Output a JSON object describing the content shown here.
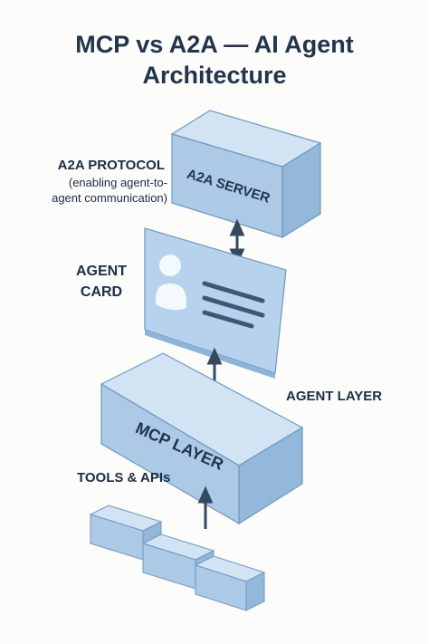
{
  "title": {
    "line1": "MCP vs A2A — AI Agent",
    "line2": "Architecture"
  },
  "labels": {
    "a2a_protocol": "A2A PROTOCOL",
    "a2a_protocol_desc_line1": "(enabling agent-to-",
    "a2a_protocol_desc_line2": "agent communication)",
    "agent_card_line1": "AGENT",
    "agent_card_line2": "CARD",
    "agent_layer": "AGENT LAYER",
    "tools_apis": "TOOLS & APIs"
  },
  "blocks": {
    "a2a_server": "A2A SERVER",
    "mcp_layer": "MCP LAYER"
  },
  "colors": {
    "block_top": "#c9def0",
    "block_front": "#a9c9e6",
    "block_side": "#92b7da",
    "stroke": "#5b86b3",
    "text": "#22344e",
    "arrow": "#34495e"
  },
  "icons": {
    "agent_card": "id-card-icon",
    "arrows": [
      "double-arrow-icon",
      "double-arrow-icon",
      "up-arrow-icon"
    ]
  }
}
